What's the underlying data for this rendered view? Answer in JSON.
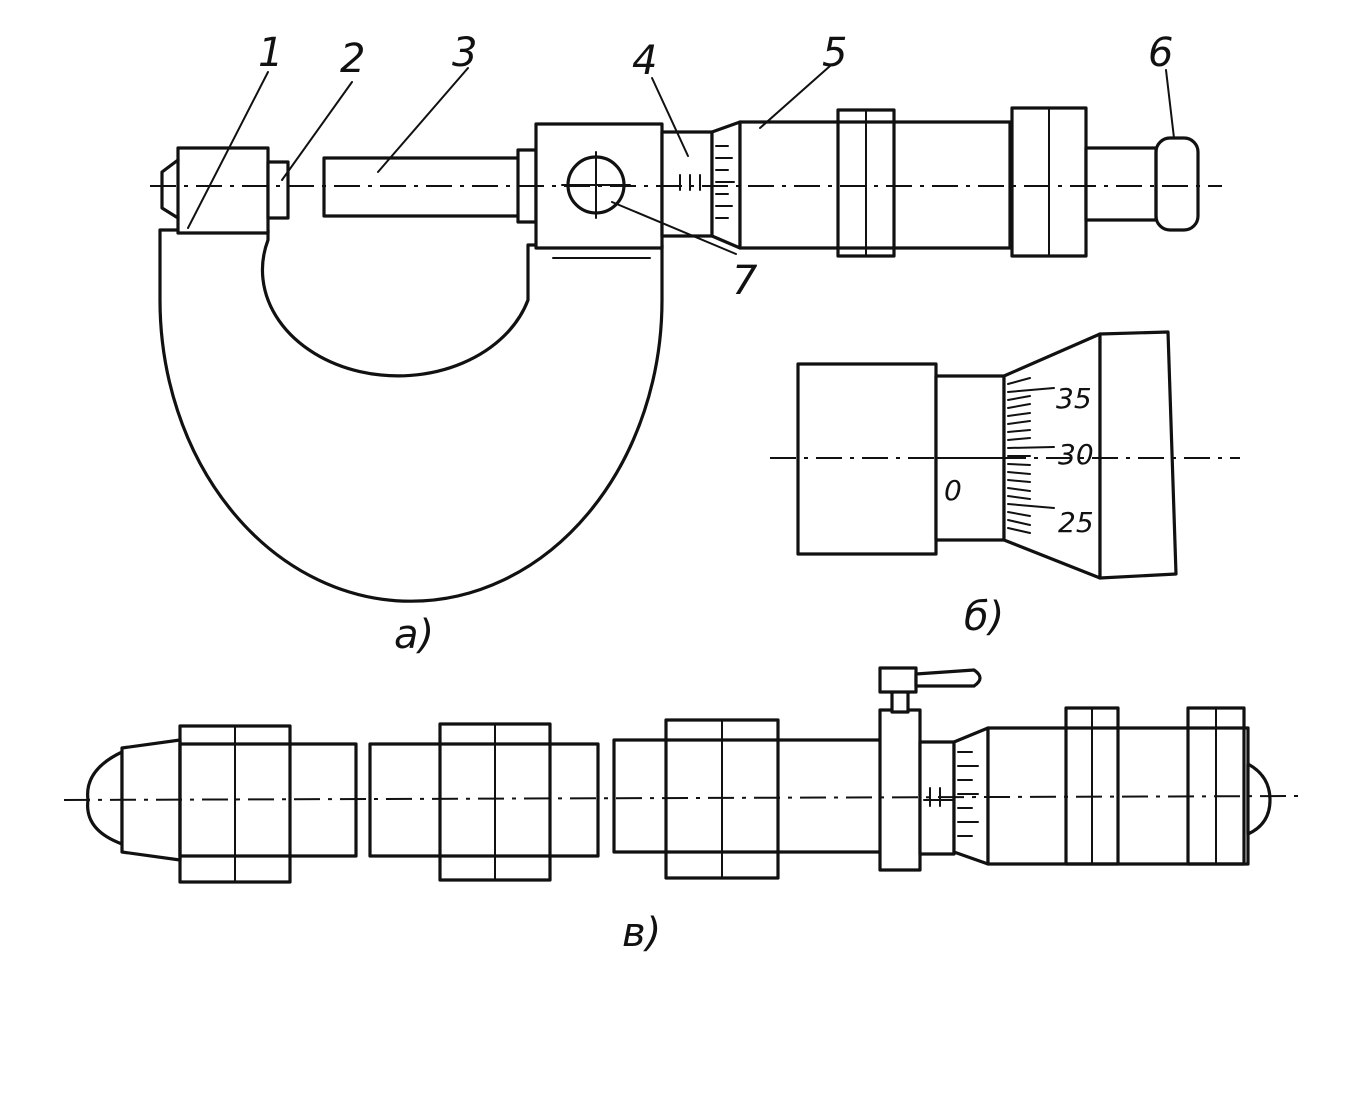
{
  "callouts": {
    "c1": "1",
    "c2": "2",
    "c3": "3",
    "c4": "4",
    "c5": "5",
    "c6": "6",
    "c7": "7"
  },
  "subfigures": {
    "a": "а)",
    "b": "б)",
    "c": "в)"
  },
  "scale": {
    "sleeve_zero": "0",
    "t35": "35",
    "t30": "30",
    "t25": "25"
  },
  "colors": {
    "ink": "#111111",
    "paper": "#ffffff"
  }
}
